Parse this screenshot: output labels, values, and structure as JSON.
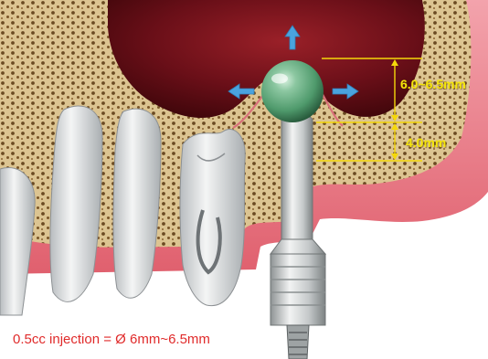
{
  "measurements": {
    "upper_label": "6.0~6.5mm",
    "lower_label": "4.0mm",
    "label_color": "#f5e60a",
    "line_color": "#f5d80a"
  },
  "caption": {
    "text": "0.5cc injection = Ø 6mm~6.5mm",
    "color": "#e02b2b"
  },
  "icons": [
    "expansion-arrow-icon"
  ],
  "colors": {
    "gum": "#ea7a86",
    "bone": "#dcc491",
    "sinus": "#5e0d14",
    "balloon": "#4f9a6c",
    "instrument": "#c6cacb"
  }
}
